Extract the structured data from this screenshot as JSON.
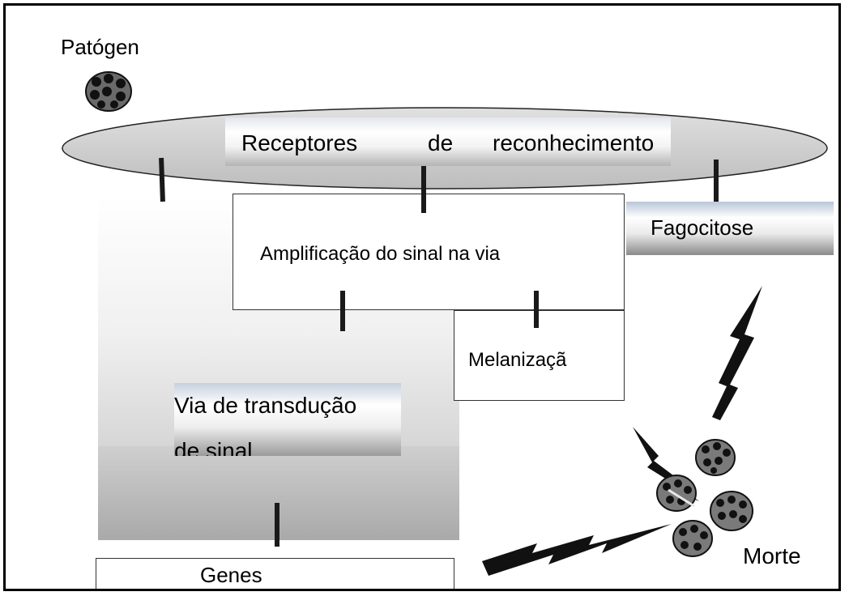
{
  "diagram": {
    "pathogen_label": "Patógen",
    "receptors_words": [
      "Receptores",
      "de",
      "reconhecimento"
    ],
    "phagocytosis_label": "Fagocitose",
    "amplification_label": "Amplificação do sinal na via",
    "melanization_label": "Melanizaçã",
    "transduction_label_line1": "Via de transdução",
    "transduction_label_line2": "de sinal",
    "genes_label": "Genes",
    "death_label": "Morte"
  },
  "colors": {
    "ellipse_fill": "#cfcfcf",
    "connector": "#1a1a1a",
    "pathogen_fill": "#6a6a6a",
    "pathogen_dots": "#111111"
  },
  "icons": [
    "pathogen-cell-icon",
    "lightning-bolt-icon"
  ]
}
